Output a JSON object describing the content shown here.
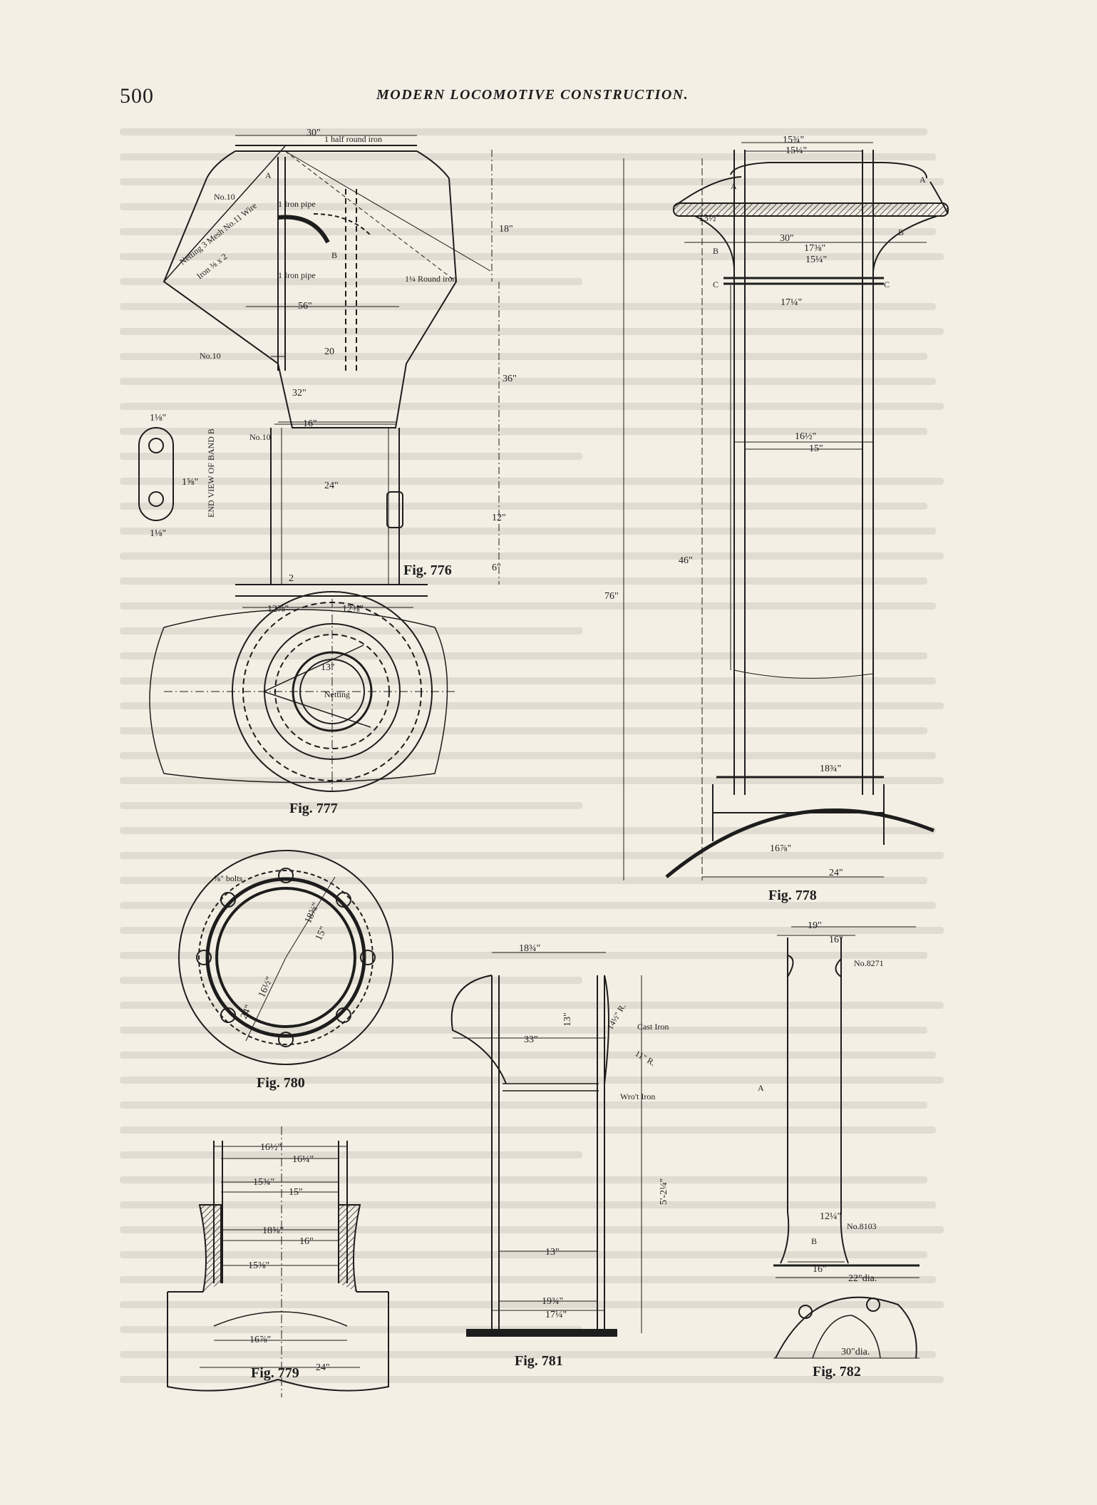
{
  "header": {
    "page_number": "500",
    "running_title": "MODERN LOCOMOTIVE CONSTRUCTION."
  },
  "figures": {
    "fig776": {
      "caption": "Fig. 776",
      "labels": {
        "half_round": "1 half round iron",
        "iron_pipe_1": "1 Iron pipe",
        "iron_pipe_2": "1 Iron pipe",
        "round_iron": "1¼ Round iron",
        "netting": "Netting 3 Mesh No.11 Wire",
        "iron_bar": "Iron ⅜ x 2",
        "no10_a": "No.10",
        "no10_b": "No.10",
        "no10_c": "No.10",
        "point_a": "A",
        "point_b": "B",
        "end_view": "END VIEW OF BAND B"
      },
      "dims": {
        "d30": "30\"",
        "d18": "18\"",
        "d56": "56\"",
        "d20": "20",
        "d32": "32\"",
        "d36": "36\"",
        "d16": "16\"",
        "d24": "24\"",
        "d12": "12\"",
        "d6": "6\"",
        "d2": "2",
        "d1_1": "1⅛\"",
        "d1_2": "1⅝\"",
        "d1_3": "1⅛\""
      }
    },
    "fig777": {
      "caption": "Fig. 777",
      "labels": {
        "netting": "Netting"
      },
      "dims": {
        "left": "12⅜\"",
        "right": "12⅜\"",
        "r13": "13\""
      }
    },
    "fig778": {
      "caption": "Fig. 778",
      "labels": {
        "a1": "A",
        "a2": "A",
        "b1": "B",
        "b2": "B",
        "c1": "C",
        "c2": "C"
      },
      "dims": {
        "d15_3": "15¾\"",
        "d15_1": "15¼\"",
        "d13": "13½\"",
        "d30": "30\"",
        "d17_3": "17⅜\"",
        "d15_1b": "15¼\"",
        "d17_1": "17¼\"",
        "d16": "16½\"",
        "d15": "15\"",
        "d46": "46\"",
        "d76": "76\"",
        "d18": "18¾\"",
        "d16b": "16⅞\"",
        "d24": "24\""
      }
    },
    "fig779": {
      "caption": "Fig. 779",
      "dims": {
        "d16_1": "16½\"",
        "d16_2": "16¼\"",
        "d15_1": "15¾\"",
        "d15_2": "15\"",
        "d18": "18⅝\"",
        "d16": "16\"",
        "d15_3": "15⅜\"",
        "d16_3": "16⅞\"",
        "d24": "24\""
      }
    },
    "fig780": {
      "caption": "Fig. 780",
      "labels": {
        "bolts": "⅞\" bolts"
      },
      "dims": {
        "d18": "18⅝\"",
        "d15": "15\"",
        "d16": "16½\"",
        "d24": "24\""
      }
    },
    "fig781": {
      "caption": "Fig. 781",
      "labels": {
        "cast_iron": "Cast Iron",
        "wrot_iron": "Wro't Iron"
      },
      "dims": {
        "d18": "18¾\"",
        "d33": "33\"",
        "d13": "13\"",
        "d13b": "13\"",
        "d19": "19¾\"",
        "d17": "17¼\"",
        "d5": "5'-2¼\"",
        "r14": "14½\" R.",
        "r11": "11\" R."
      }
    },
    "fig782": {
      "caption": "Fig. 782",
      "labels": {
        "no1": "No.8271",
        "no2": "No.8103",
        "a": "A",
        "b": "B"
      },
      "dims": {
        "d19": "19\"",
        "d16": "16\"",
        "d12": "12¼\"",
        "d16b": "16\"",
        "d22": "22\"dia.",
        "d30": "30\"dia."
      }
    }
  }
}
